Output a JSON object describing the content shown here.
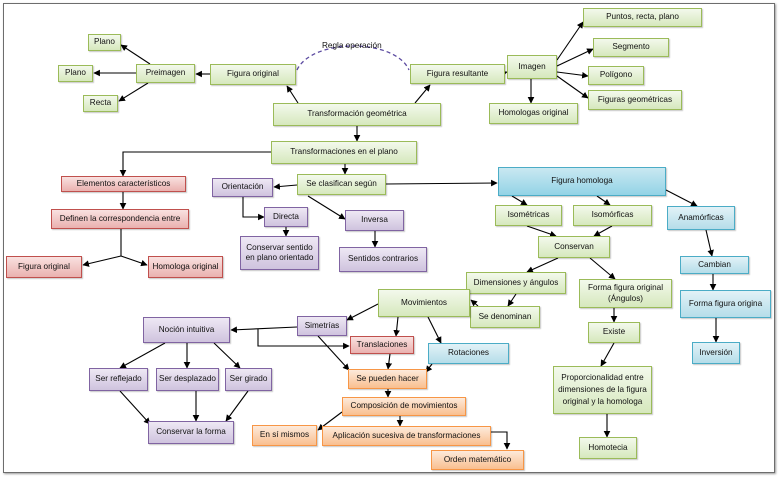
{
  "palette": {
    "green": {
      "fill_top": "#f3f9ec",
      "fill_bottom": "#d6e8bd",
      "border": "#9bbb59"
    },
    "red": {
      "fill_top": "#f9e1e0",
      "fill_bottom": "#eab1af",
      "border": "#c0504d"
    },
    "purple": {
      "fill_top": "#eee8f4",
      "fill_bottom": "#cfc3de",
      "border": "#8064a2"
    },
    "blue": {
      "fill_top": "#e2f2f7",
      "fill_bottom": "#b5dde9",
      "border": "#4bacc6"
    },
    "blue_strong": {
      "fill_top": "#c9e8f1",
      "fill_bottom": "#93d3e6",
      "border": "#4bacc6"
    },
    "orange": {
      "fill_top": "#fdeadb",
      "fill_bottom": "#f9bf90",
      "border": "#f79646"
    },
    "arrow": "#000000",
    "arc": "#5b4aa0"
  },
  "nodes": {
    "plano_top": "Plano",
    "plano_left": "Plano",
    "preimagen": "Preimagen",
    "recta": "Recta",
    "figura_original_top": "Figura original",
    "figura_resultante": "Figura resultante",
    "imagen": "Imagen",
    "puntos_recta_plano": "Puntos, recta, plano",
    "segmento": "Segmento",
    "poligono": "Polígono",
    "figuras_geometricas": "Figuras geométricas",
    "homologas_original": "Homologas original",
    "transformacion_geometrica": "Transformación geométrica",
    "transformaciones_plano": "Transformaciones en el plano",
    "se_clasifican": "Se clasifican según",
    "elementos": "Elementos característicos",
    "definen": "Definen la correspondencia entre",
    "figura_original_left": "Figura original",
    "homologa_original": "Homologa original",
    "orientacion": "Orientación",
    "directa": "Directa",
    "inversa": "Inversa",
    "conservar_sentido": "Conservar sentido en plano orientado",
    "sentidos_contrarios": "Sentidos contrarios",
    "figura_homologa": "Figura homologa",
    "isometricas": "Isométricas",
    "isomorficas": "Isomórficas",
    "anamorficas": "Anamórficas",
    "conservan": "Conservan",
    "cambian": "Cambian",
    "dimensiones": "Dimensiones y ángulos",
    "forma_figura_original": "Forma figura original (Ángulos)",
    "forma_figura_origina": "Forma figura origina",
    "se_denominan": "Se denominan",
    "existe": "Existe",
    "inversion": "Inversión",
    "proporcionalidad": "Proporcionalidad entre dimensiones de la figura original y la homologa",
    "homotecia": "Homotecia",
    "movimientos": "Movimientos",
    "nocion_intuitiva": "Noción intuitiva",
    "simetrias": "Simetrías",
    "translaciones": "Translaciones",
    "rotaciones": "Rotaciones",
    "ser_reflejado": "Ser reflejado",
    "ser_desplazado": "Ser desplazado",
    "ser_girado": "Ser girado",
    "conservar_forma": "Conservar la forma",
    "se_pueden_hacer": "Se pueden hacer",
    "composicion": "Composición de movimientos",
    "en_si_mismos": "En sí mismos",
    "aplicacion": "Aplicación sucesiva de transformaciones",
    "orden_matematico": "Orden matemático"
  },
  "annotations": {
    "regla_operacion": "Regla operación"
  }
}
